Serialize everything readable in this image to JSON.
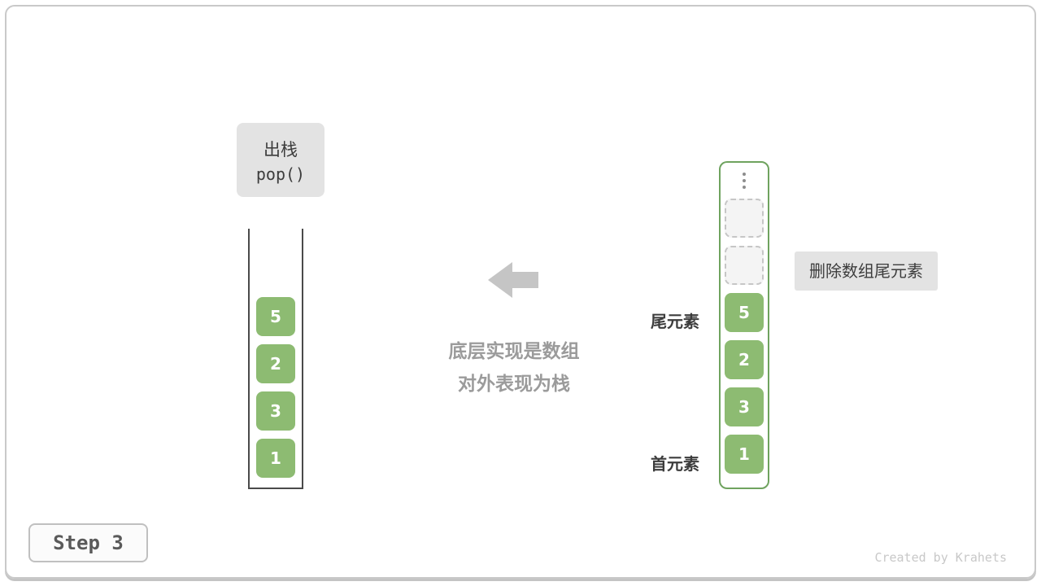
{
  "colors": {
    "cell_green": "#8dbb72",
    "array_border_green": "#6fa35f",
    "label_bg": "#e3e3e3",
    "dark_text": "#3c3c3c",
    "caption_gray": "#9b9b9b",
    "arrow_gray": "#c5c5c5",
    "frame_border": "#c9c9c9"
  },
  "pop_label": {
    "line1": "出栈",
    "line2": "pop()"
  },
  "stack": {
    "values": [
      "5",
      "2",
      "3",
      "1"
    ]
  },
  "center_caption": {
    "line1": "底层实现是数组",
    "line2": "对外表现为栈"
  },
  "array": {
    "values": [
      "5",
      "2",
      "3",
      "1"
    ],
    "tail_label": "尾元素",
    "head_label": "首元素"
  },
  "callout": {
    "text": "删除数组尾元素"
  },
  "step_badge": {
    "label": "Step 3"
  },
  "credit": {
    "text": "Created by Krahets"
  }
}
